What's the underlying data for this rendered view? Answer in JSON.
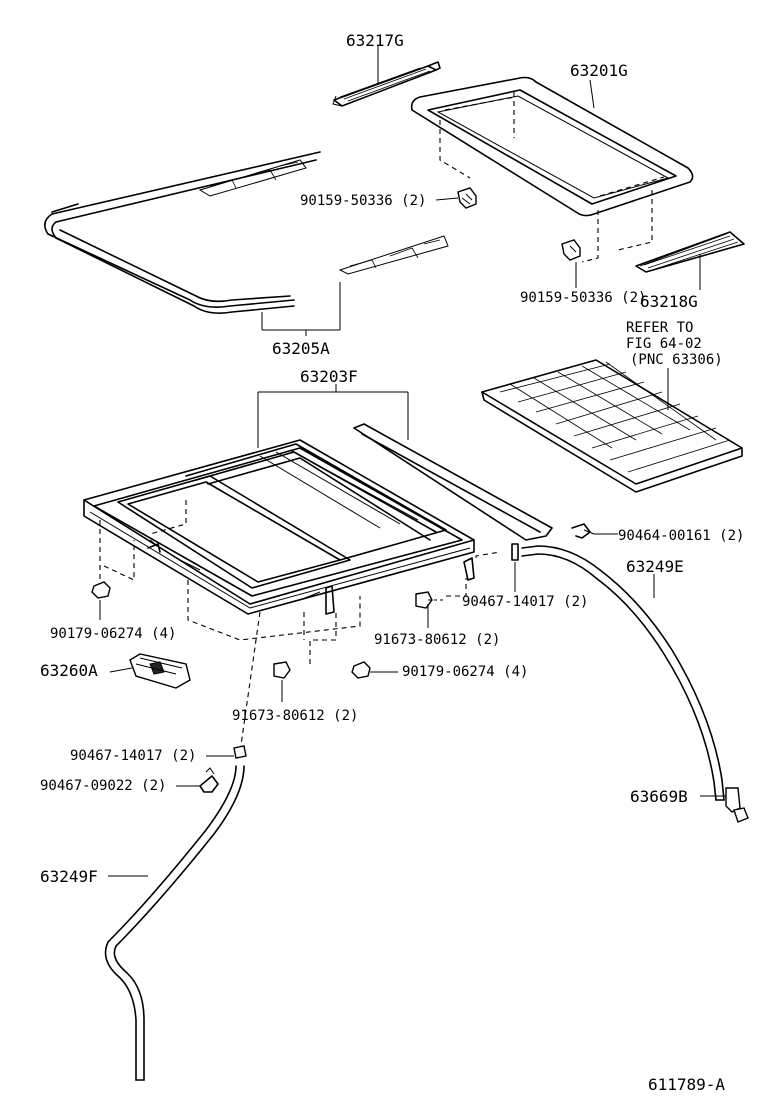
{
  "labels": {
    "p63217G": "63217G",
    "p63201G": "63201G",
    "p90159_a": "90159-50336 (2)",
    "p90159_b": "90159-50336 (2)",
    "p63218G": "63218G",
    "p63205A": "63205A",
    "refer1": "REFER TO",
    "refer2": "FIG 64-02",
    "refer3": "(PNC 63306)",
    "p63203F": "63203F",
    "p90464": "90464-00161 (2)",
    "p63249E": "63249E",
    "p90467_a": "90467-14017 (2)",
    "p90179_a": "90179-06274 (4)",
    "p91673_a": "91673-80612 (2)",
    "p63260A": "63260A",
    "p90179_b": "90179-06274 (4)",
    "p91673_b": "91673-80612 (2)",
    "p90467_b": "90467-14017 (2)",
    "p90467_c": "90467-09022 (2)",
    "p63669B": "63669B",
    "p63249F": "63249F",
    "figno": "611789-A"
  }
}
